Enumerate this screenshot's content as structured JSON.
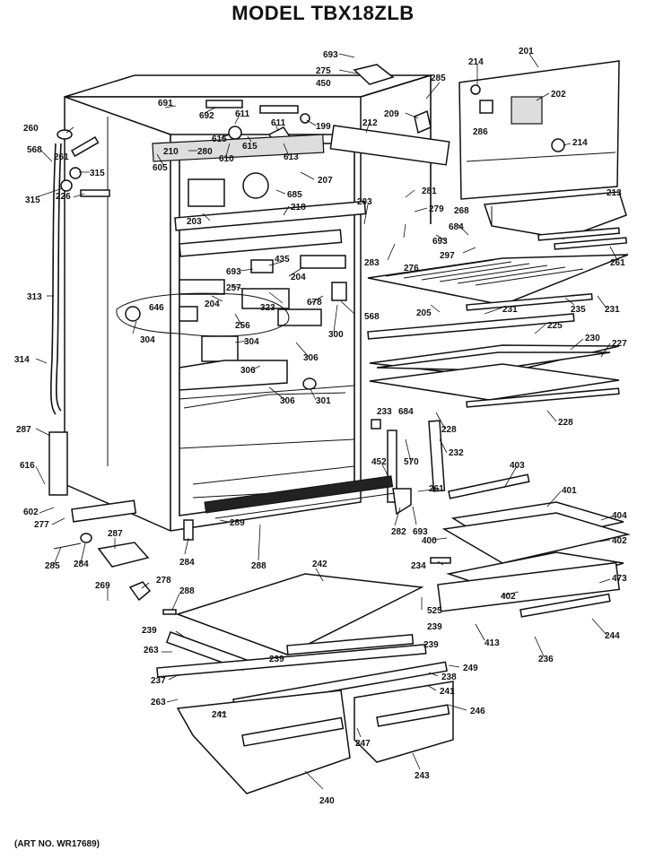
{
  "title": "MODEL TBX18ZLB",
  "art_no": "(ART NO. WR17689)",
  "callouts": [
    {
      "id": "c693a",
      "text": "693"
    },
    {
      "id": "c275",
      "text": "275"
    },
    {
      "id": "c450",
      "text": "450"
    },
    {
      "id": "c285a",
      "text": "285"
    },
    {
      "id": "c214a",
      "text": "214"
    },
    {
      "id": "c201",
      "text": "201"
    },
    {
      "id": "c202",
      "text": "202"
    },
    {
      "id": "c286",
      "text": "286"
    },
    {
      "id": "c214b",
      "text": "214"
    },
    {
      "id": "c691",
      "text": "691"
    },
    {
      "id": "c692",
      "text": "692"
    },
    {
      "id": "c611a",
      "text": "611"
    },
    {
      "id": "c611b",
      "text": "611"
    },
    {
      "id": "c199",
      "text": "199"
    },
    {
      "id": "c212",
      "text": "212"
    },
    {
      "id": "c209",
      "text": "209"
    },
    {
      "id": "c260",
      "text": "260"
    },
    {
      "id": "c261a",
      "text": "261"
    },
    {
      "id": "c615a",
      "text": "615"
    },
    {
      "id": "c615b",
      "text": "615"
    },
    {
      "id": "c613",
      "text": "613"
    },
    {
      "id": "c568a",
      "text": "568"
    },
    {
      "id": "c605",
      "text": "605"
    },
    {
      "id": "c210",
      "text": "210"
    },
    {
      "id": "c280",
      "text": "280"
    },
    {
      "id": "c610",
      "text": "610"
    },
    {
      "id": "c315a",
      "text": "315"
    },
    {
      "id": "c207",
      "text": "207"
    },
    {
      "id": "c315b",
      "text": "315"
    },
    {
      "id": "c226",
      "text": "226"
    },
    {
      "id": "c685",
      "text": "685"
    },
    {
      "id": "c281",
      "text": "281"
    },
    {
      "id": "c268",
      "text": "268"
    },
    {
      "id": "c213",
      "text": "213"
    },
    {
      "id": "c218",
      "text": "218"
    },
    {
      "id": "c203a",
      "text": "203"
    },
    {
      "id": "c279",
      "text": "279"
    },
    {
      "id": "c203b",
      "text": "203"
    },
    {
      "id": "c684a",
      "text": "684"
    },
    {
      "id": "c693b",
      "text": "693"
    },
    {
      "id": "c297",
      "text": "297"
    },
    {
      "id": "c261b",
      "text": "261"
    },
    {
      "id": "c313",
      "text": "313"
    },
    {
      "id": "c435",
      "text": "435"
    },
    {
      "id": "c693c",
      "text": "693"
    },
    {
      "id": "c204a",
      "text": "204"
    },
    {
      "id": "c283",
      "text": "283"
    },
    {
      "id": "c276",
      "text": "276"
    },
    {
      "id": "c257",
      "text": "257"
    },
    {
      "id": "c678",
      "text": "678"
    },
    {
      "id": "c204b",
      "text": "204"
    },
    {
      "id": "c646",
      "text": "646"
    },
    {
      "id": "c323",
      "text": "323"
    },
    {
      "id": "c568b",
      "text": "568"
    },
    {
      "id": "c205",
      "text": "205"
    },
    {
      "id": "c231a",
      "text": "231"
    },
    {
      "id": "c235",
      "text": "235"
    },
    {
      "id": "c231b",
      "text": "231"
    },
    {
      "id": "c256",
      "text": "256"
    },
    {
      "id": "c304a",
      "text": "304"
    },
    {
      "id": "c300",
      "text": "300"
    },
    {
      "id": "c225",
      "text": "225"
    },
    {
      "id": "c304b",
      "text": "304"
    },
    {
      "id": "c306a",
      "text": "306"
    },
    {
      "id": "c230",
      "text": "230"
    },
    {
      "id": "c227",
      "text": "227"
    },
    {
      "id": "c314",
      "text": "314"
    },
    {
      "id": "c306b",
      "text": "306"
    },
    {
      "id": "c306c",
      "text": "306"
    },
    {
      "id": "c301",
      "text": "301"
    },
    {
      "id": "c228a",
      "text": "228"
    },
    {
      "id": "c233",
      "text": "233"
    },
    {
      "id": "c684b",
      "text": "684"
    },
    {
      "id": "c228b",
      "text": "228"
    },
    {
      "id": "c287a",
      "text": "287"
    },
    {
      "id": "c570",
      "text": "570"
    },
    {
      "id": "c232",
      "text": "232"
    },
    {
      "id": "c616",
      "text": "616"
    },
    {
      "id": "c452",
      "text": "452"
    },
    {
      "id": "c403",
      "text": "403"
    },
    {
      "id": "c261c",
      "text": "261"
    },
    {
      "id": "c401",
      "text": "401"
    },
    {
      "id": "c602",
      "text": "602"
    },
    {
      "id": "c277",
      "text": "277"
    },
    {
      "id": "c289a",
      "text": "289"
    },
    {
      "id": "c404",
      "text": "404"
    },
    {
      "id": "c287b",
      "text": "287"
    },
    {
      "id": "c282",
      "text": "282"
    },
    {
      "id": "c693d",
      "text": "693"
    },
    {
      "id": "c400",
      "text": "400"
    },
    {
      "id": "c402a",
      "text": "402"
    },
    {
      "id": "c285b",
      "text": "285"
    },
    {
      "id": "c284",
      "text": "284"
    },
    {
      "id": "c284b",
      "text": "284"
    },
    {
      "id": "c288",
      "text": "288"
    },
    {
      "id": "c242",
      "text": "242"
    },
    {
      "id": "c234",
      "text": "234"
    },
    {
      "id": "c473",
      "text": "473"
    },
    {
      "id": "c269",
      "text": "269"
    },
    {
      "id": "c278",
      "text": "278"
    },
    {
      "id": "c288b",
      "text": "288"
    },
    {
      "id": "c402b",
      "text": "402"
    },
    {
      "id": "c525",
      "text": "525"
    },
    {
      "id": "c239a",
      "text": "239"
    },
    {
      "id": "c239b",
      "text": "239"
    },
    {
      "id": "c413",
      "text": "413"
    },
    {
      "id": "c244",
      "text": "244"
    },
    {
      "id": "c263a",
      "text": "263"
    },
    {
      "id": "c239c",
      "text": "239"
    },
    {
      "id": "c239d",
      "text": "239"
    },
    {
      "id": "c236",
      "text": "236"
    },
    {
      "id": "c249",
      "text": "249"
    },
    {
      "id": "c237",
      "text": "237"
    },
    {
      "id": "c238",
      "text": "238"
    },
    {
      "id": "c263b",
      "text": "263"
    },
    {
      "id": "c241a",
      "text": "241"
    },
    {
      "id": "c241b",
      "text": "241"
    },
    {
      "id": "c246",
      "text": "246"
    },
    {
      "id": "c247",
      "text": "247"
    },
    {
      "id": "c243",
      "text": "243"
    },
    {
      "id": "c240",
      "text": "240"
    }
  ]
}
